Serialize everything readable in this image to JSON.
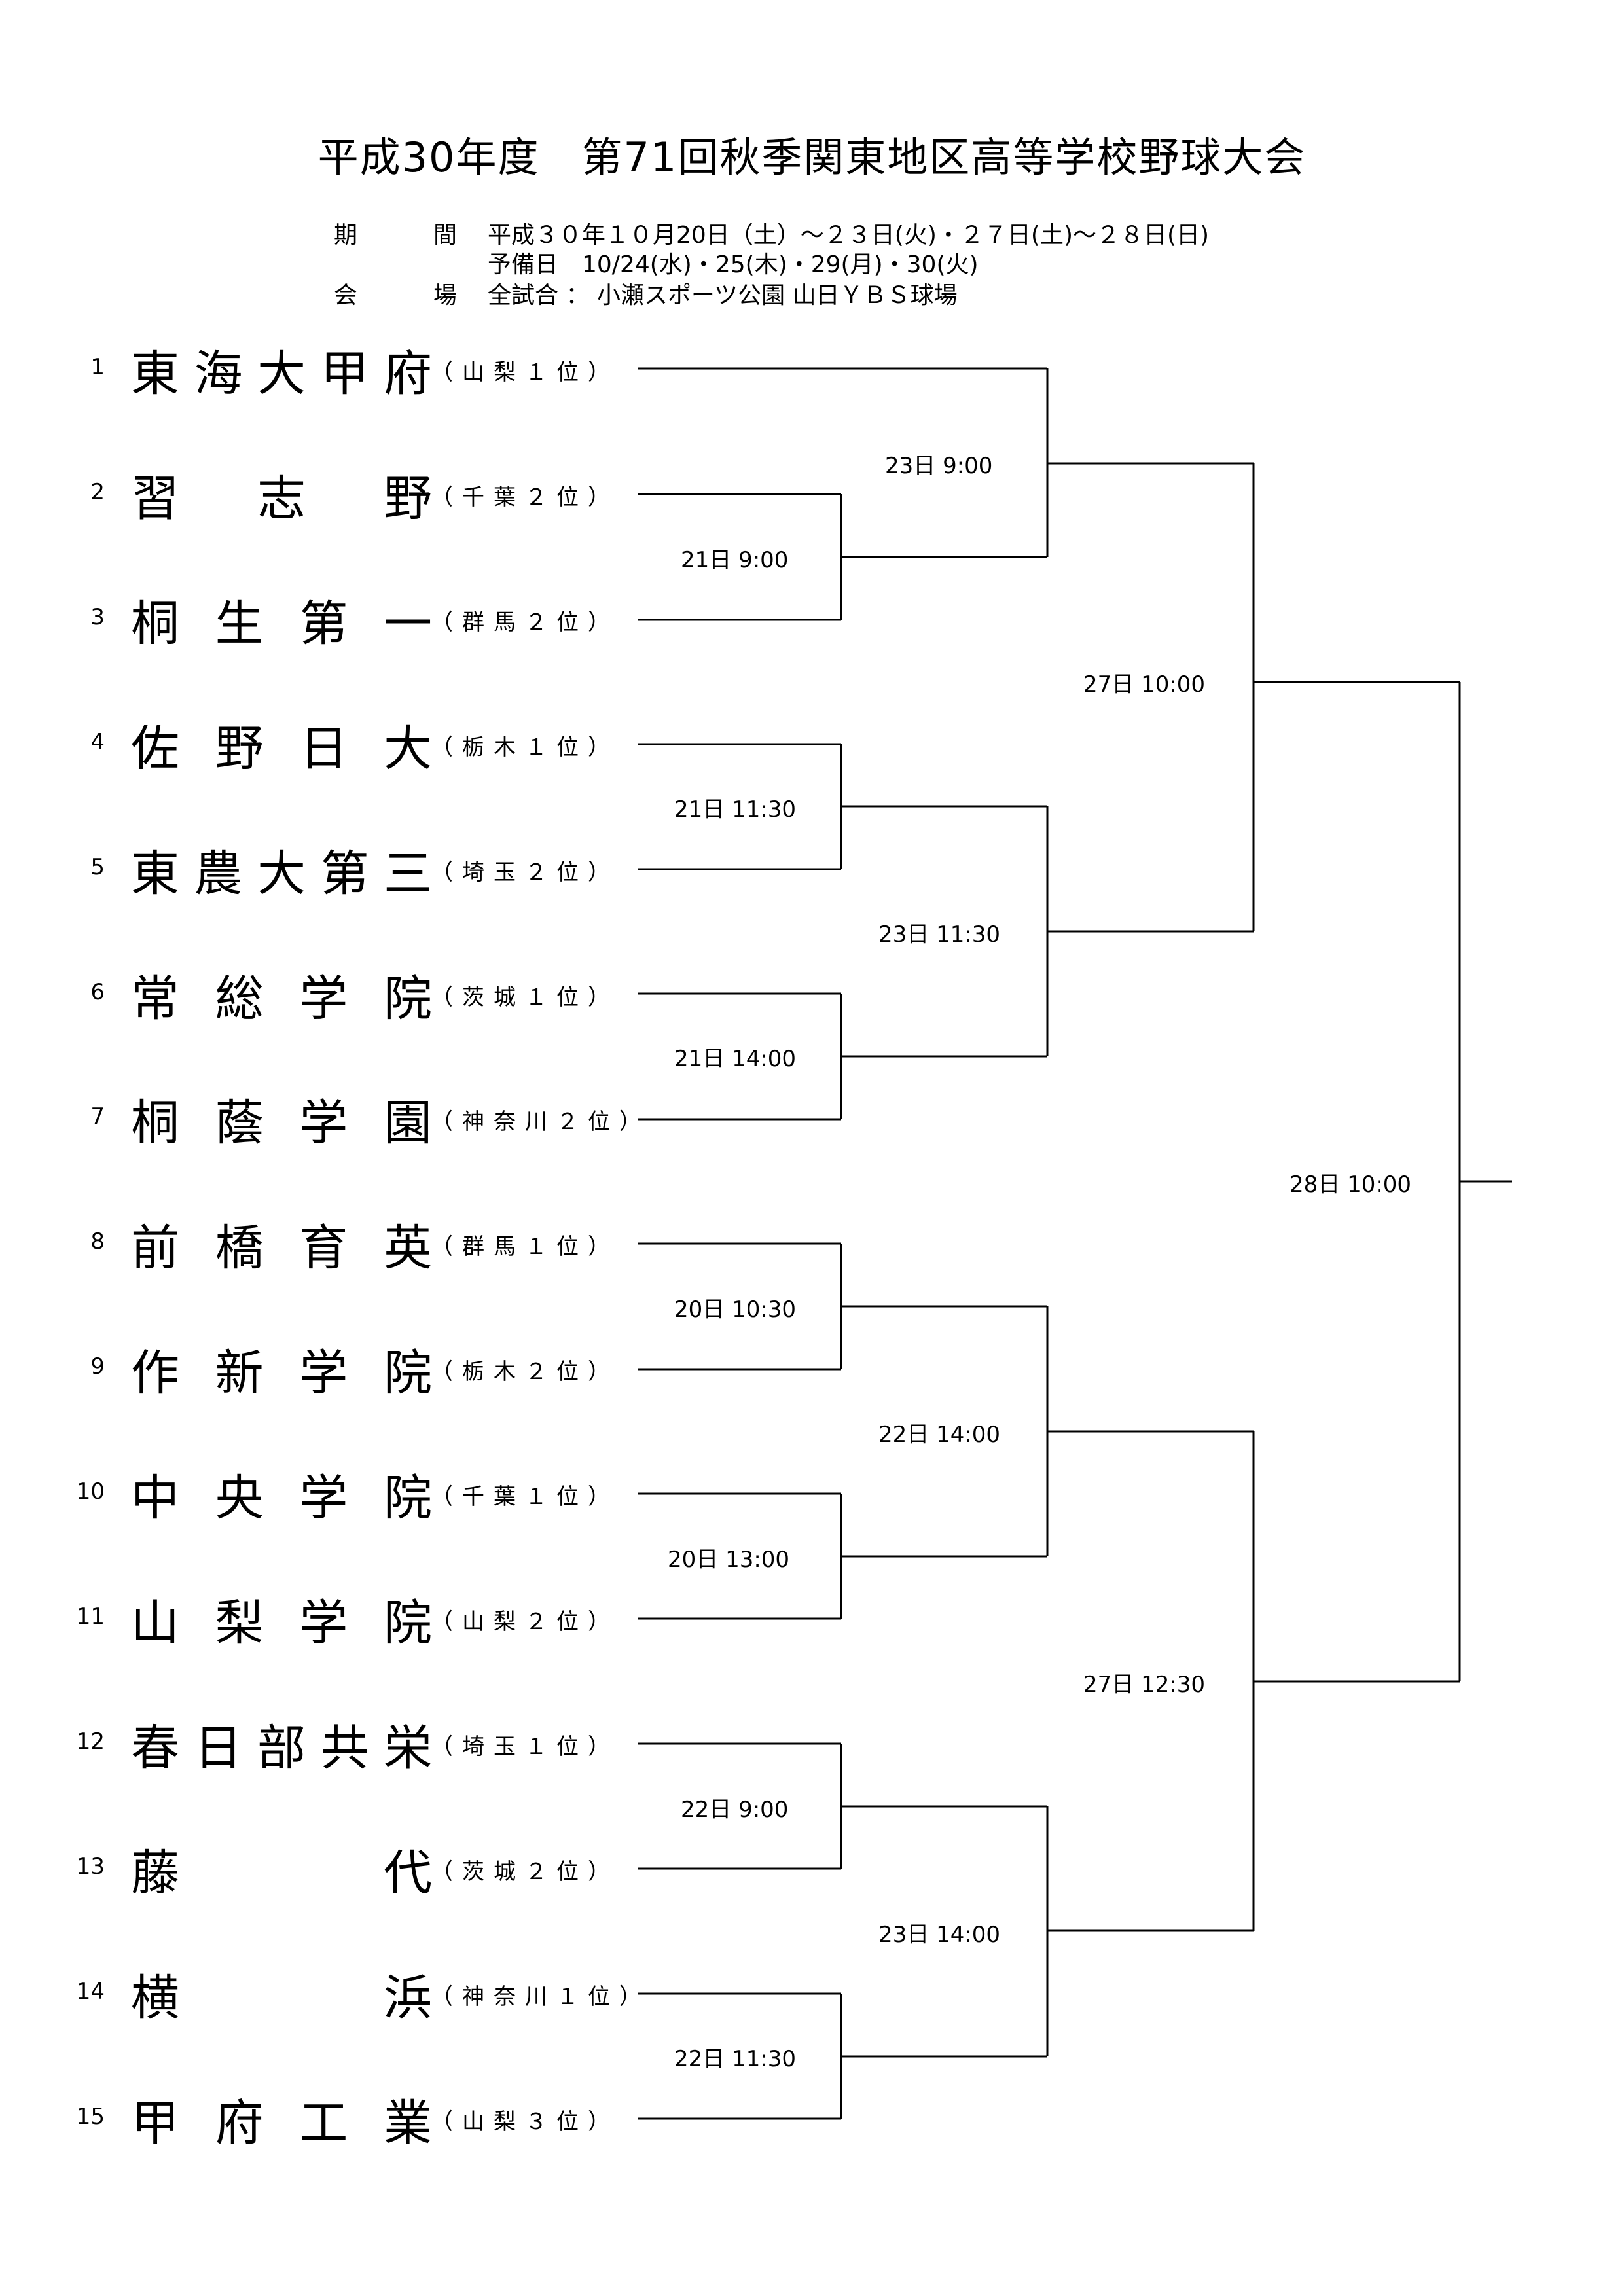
{
  "title": "平成30年度　第71回秋季関東地区高等学校野球大会",
  "info": {
    "period_label": "期　間",
    "period": "平成３０年１０月20日（土）～２３日(火)・２７日(土)～２８日(日)",
    "reserve": "予備日　10/24(水)・25(木)・29(月)・30(火)",
    "venue_label": "会　場",
    "venue": "全試合 ： 小瀬スポーツ公園 山日ＹＢＳ球場"
  },
  "teams": [
    {
      "num": "1",
      "name": "東海大甲府",
      "pref": "（山梨１位）"
    },
    {
      "num": "2",
      "name": "習志野",
      "pref": "（千葉２位）"
    },
    {
      "num": "3",
      "name": "桐生第一",
      "pref": "（群馬２位）"
    },
    {
      "num": "4",
      "name": "佐野日大",
      "pref": "（栃木１位）"
    },
    {
      "num": "5",
      "name": "東農大第三",
      "pref": "（埼玉２位）"
    },
    {
      "num": "6",
      "name": "常総学院",
      "pref": "（茨城１位）"
    },
    {
      "num": "7",
      "name": "桐蔭学園",
      "pref": "（神奈川２位）"
    },
    {
      "num": "8",
      "name": "前橋育英",
      "pref": "（群馬１位）"
    },
    {
      "num": "9",
      "name": "作新学院",
      "pref": "（栃木２位）"
    },
    {
      "num": "10",
      "name": "中央学院",
      "pref": "（千葉１位）"
    },
    {
      "num": "11",
      "name": "山梨学院",
      "pref": "（山梨２位）"
    },
    {
      "num": "12",
      "name": "春日部共栄",
      "pref": "（埼玉１位）"
    },
    {
      "num": "13",
      "name": "藤代",
      "pref": "（茨城２位）"
    },
    {
      "num": "14",
      "name": "横浜",
      "pref": "（神奈川１位）"
    },
    {
      "num": "15",
      "name": "甲府工業",
      "pref": "（山梨３位）"
    }
  ],
  "matches": {
    "m23a": "23日 9:00",
    "m21a": "21日 9:00",
    "m27a": "27日 10:00",
    "m21b": "21日 11:30",
    "m23b": "23日 11:30",
    "m21c": "21日 14:00",
    "m28": "28日 10:00",
    "m20a": "20日 10:30",
    "m22a": "22日 14:00",
    "m20b": "20日 13:00",
    "m27b": "27日 12:30",
    "m22b": "22日 9:00",
    "m23c": "23日 14:00",
    "m22c": "22日 11:30"
  }
}
